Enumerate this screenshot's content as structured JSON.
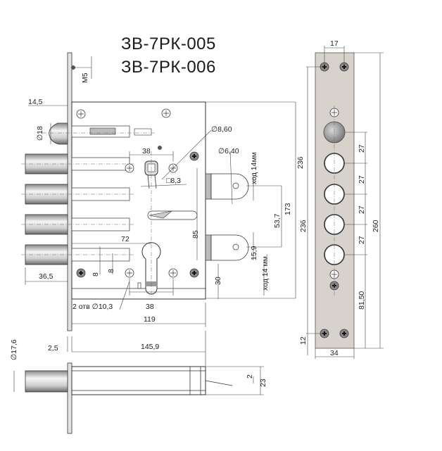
{
  "title": {
    "line1": "ЗВ-7РК-005",
    "line2": "ЗВ-7РК-006"
  },
  "front_view": {
    "m5": "M5",
    "d14_5": "14,5",
    "d18": "∅18",
    "d38_top": "38",
    "d8_60": "∅8,60",
    "d6_40": "∅6,40",
    "sq8_3": "□8,3",
    "stroke_top": "ход 14мм",
    "d53_7": "53,7",
    "d173": "173",
    "d236": "236",
    "d85": "85",
    "d72": "72",
    "d15_9": "15,9",
    "stroke_bottom": "ход 14 мм.",
    "d8_a": "8",
    "d8_b": "8",
    "d36_5": "36,5",
    "d30": "30",
    "holes": "2 отв ∅10,3",
    "d38_bottom": "38",
    "d119": "119"
  },
  "bottom_view": {
    "d17_6": "∅17,6",
    "d2_5": "2,5",
    "d145_9": "145,9",
    "d2": "2",
    "d23": "23"
  },
  "strike_plate": {
    "d17": "17",
    "d236": "236",
    "d260": "260",
    "d27": [
      "27",
      "27",
      "27",
      "27"
    ],
    "d81_50": "81,50",
    "d12": "12",
    "d34": "34"
  },
  "colors": {
    "plate": "#d8d2cc",
    "line": "#333333"
  }
}
